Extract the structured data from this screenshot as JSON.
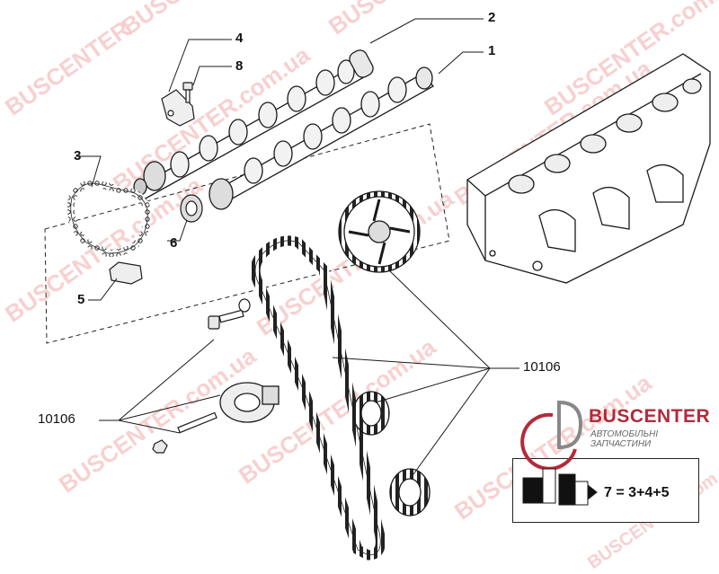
{
  "callouts": {
    "c1": "1",
    "c2": "2",
    "c3": "3",
    "c4": "4",
    "c5": "5",
    "c6": "6",
    "c8": "8",
    "ref_right": "10106",
    "ref_left": "10106"
  },
  "watermark": {
    "text_main": "BUSCENTER",
    "text_domain": "BUSCENTER.com.ua"
  },
  "logo": {
    "name": "BUSCENTER",
    "tagline": "АВТОМОБІЛЬНІ ЗАПЧАСТИНИ"
  },
  "kit": {
    "formula": "7 = 3+4+5"
  },
  "colors": {
    "line": "#1a1a1a",
    "watermark": "#e12828",
    "logo_red": "#b32a3a"
  }
}
